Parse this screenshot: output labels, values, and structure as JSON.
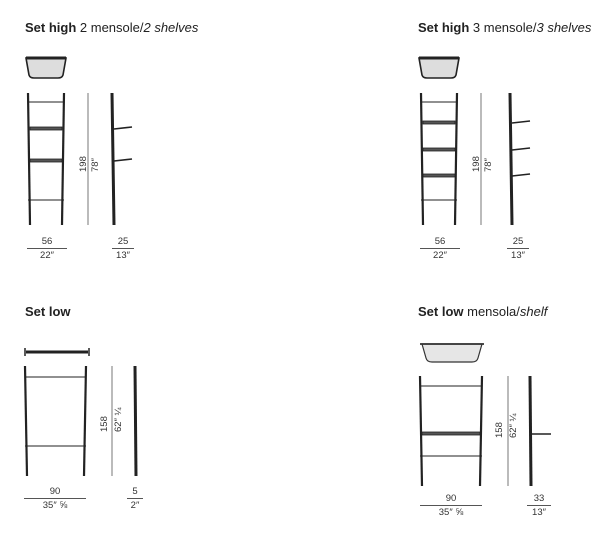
{
  "sets": [
    {
      "title_bold": "Set high",
      "title_regular": " 2 mensole/",
      "title_italic": "2 shelves",
      "width_cm": "56",
      "width_in": "22″",
      "height_cm": "198",
      "height_in": "78″",
      "depth_cm": "25",
      "depth_in": "13″"
    },
    {
      "title_bold": "Set high",
      "title_regular": " 3 mensole/",
      "title_italic": "3 shelves",
      "width_cm": "56",
      "width_in": "22″",
      "height_cm": "198",
      "height_in": "78″",
      "depth_cm": "25",
      "depth_in": "13″"
    },
    {
      "title_bold": "Set low",
      "title_regular": "",
      "title_italic": "",
      "width_cm": "90",
      "width_in": "35″ ⅝",
      "height_cm": "158",
      "height_in": "62″ ¼",
      "depth_cm": "5",
      "depth_in": "2″"
    },
    {
      "title_bold": "Set low",
      "title_regular": " mensola/",
      "title_italic": "shelf",
      "width_cm": "90",
      "width_in": "35″ ⅝",
      "height_cm": "158",
      "height_in": "62″ ¼",
      "depth_cm": "33",
      "depth_in": "13″"
    }
  ]
}
